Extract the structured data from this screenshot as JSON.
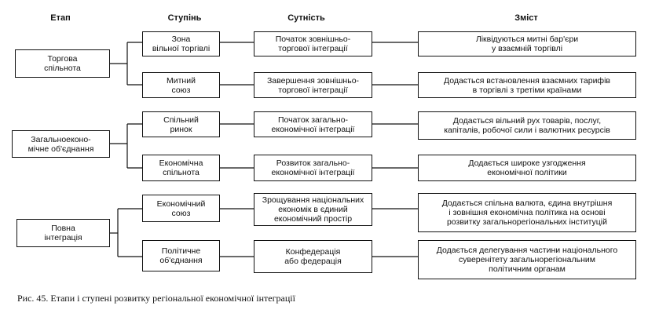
{
  "headers": {
    "stage": "Етап",
    "degree": "Ступінь",
    "essence": "Сутність",
    "content": "Зміст"
  },
  "stages": [
    "Торгова\nспільнота",
    "Загальноеконо-\nмічне об'єднання",
    "Повна\nінтеграція"
  ],
  "degrees": [
    "Зона\nвільної торгівлі",
    "Митний\nсоюз",
    "Спільний\nринок",
    "Економічна\nспільнота",
    "Економічний\nсоюз",
    "Політичне\nоб'єднання"
  ],
  "essences": [
    "Початок зовнішньо-\nторгової інтеграції",
    "Завершення зовнішньо-\nторгової інтеграції",
    "Початок  загально-\nекономічної інтеграції",
    "Розвиток загально-\nекономічної інтеграції",
    "Зрощування національних\nекономік в єдиний\nекономічний простір",
    "Конфедерація\nабо федерація"
  ],
  "contents": [
    "Ліквідуються митні бар'єри\nу взаємній торгівлі",
    "Додається встановлення взаємних тарифів\nв торгівлі з третіми країнами",
    "Додається вільний рух товарів, послуг,\nкапіталів, робочої сили і валютних ресурсів",
    "Додається широке узгодження\nекономічної політики",
    "Додається спільна валюта, єдина внутрішня\nі зовнішня економічна політика на основі\nрозвитку загальнорегіональних інституцій",
    "Додається делегування частини національного\nсуверенітету загальнорегіональним\nполітичним органам"
  ],
  "caption": "Рис. 45. Етапи і ступені розвитку регіональної економічної інтеграції"
}
